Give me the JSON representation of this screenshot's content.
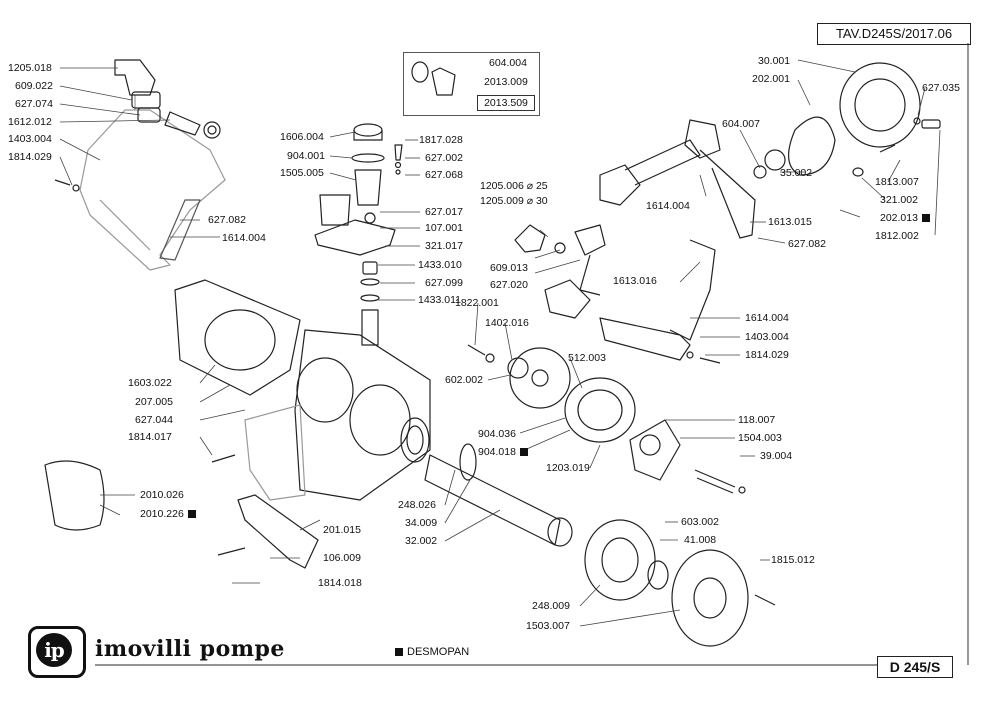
{
  "header": {
    "table_code": "TAV.D245S/2017.06"
  },
  "footer": {
    "brand_logo_text": "ip",
    "brand_name": "imovilli pompe",
    "legend": "DESMOPAN",
    "model": "D 245/S"
  },
  "kit": {
    "code": "2013.509",
    "items": [
      "604.004",
      "2013.009"
    ]
  },
  "labels": {
    "l_1205_018": "1205.018",
    "l_609_022": "609.022",
    "l_627_074": "627.074",
    "l_1612_012": "1612.012",
    "l_1403_004_a": "1403.004",
    "l_1814_029_a": "1814.029",
    "l_627_082_a": "627.082",
    "l_1614_004_a": "1614.004",
    "l_1606_004": "1606.004",
    "l_904_001": "904.001",
    "l_1505_005": "1505.005",
    "l_1817_028": "1817.028",
    "l_627_002": "627.002",
    "l_627_068": "627.068",
    "l_627_017": "627.017",
    "l_107_001": "107.001",
    "l_321_017": "321.017",
    "l_1433_010": "1433.010",
    "l_627_099": "627.099",
    "l_1433_011": "1433.011",
    "l_1205_006": "1205.006",
    "l_1205_006_dim": "25",
    "l_1205_009": "1205.009",
    "l_1205_009_dim": "30",
    "l_609_013": "609.013",
    "l_627_020": "627.020",
    "l_1613_016": "1613.016",
    "l_1614_004_b": "1614.004",
    "l_1613_015": "1613.015",
    "l_627_082_b": "627.082",
    "l_604_007": "604.007",
    "l_30_001": "30.001",
    "l_202_001": "202.001",
    "l_627_035": "627.035",
    "l_35_002": "35.002",
    "l_1813_007": "1813.007",
    "l_321_002": "321.002",
    "l_202_013": "202.013",
    "l_1812_002": "1812.002",
    "l_1614_004_c": "1614.004",
    "l_1403_004_b": "1403.004",
    "l_1814_029_b": "1814.029",
    "l_1822_001": "1822.001",
    "l_1402_016": "1402.016",
    "l_602_002": "602.002",
    "l_512_003": "512.003",
    "l_904_036": "904.036",
    "l_904_018": "904.018",
    "l_1203_019": "1203.019",
    "l_118_007": "118.007",
    "l_1504_003": "1504.003",
    "l_39_004": "39.004",
    "l_1603_022": "1603.022",
    "l_207_005": "207.005",
    "l_627_044": "627.044",
    "l_1814_017": "1814.017",
    "l_2010_026": "2010.026",
    "l_2010_226": "2010.226",
    "l_201_015": "201.015",
    "l_106_009": "106.009",
    "l_1814_018": "1814.018",
    "l_248_026": "248.026",
    "l_34_009": "34.009",
    "l_32_002": "32.002",
    "l_603_002": "603.002",
    "l_41_008": "41.008",
    "l_1815_012": "1815.012",
    "l_248_009": "248.009",
    "l_1503_007": "1503.007"
  }
}
